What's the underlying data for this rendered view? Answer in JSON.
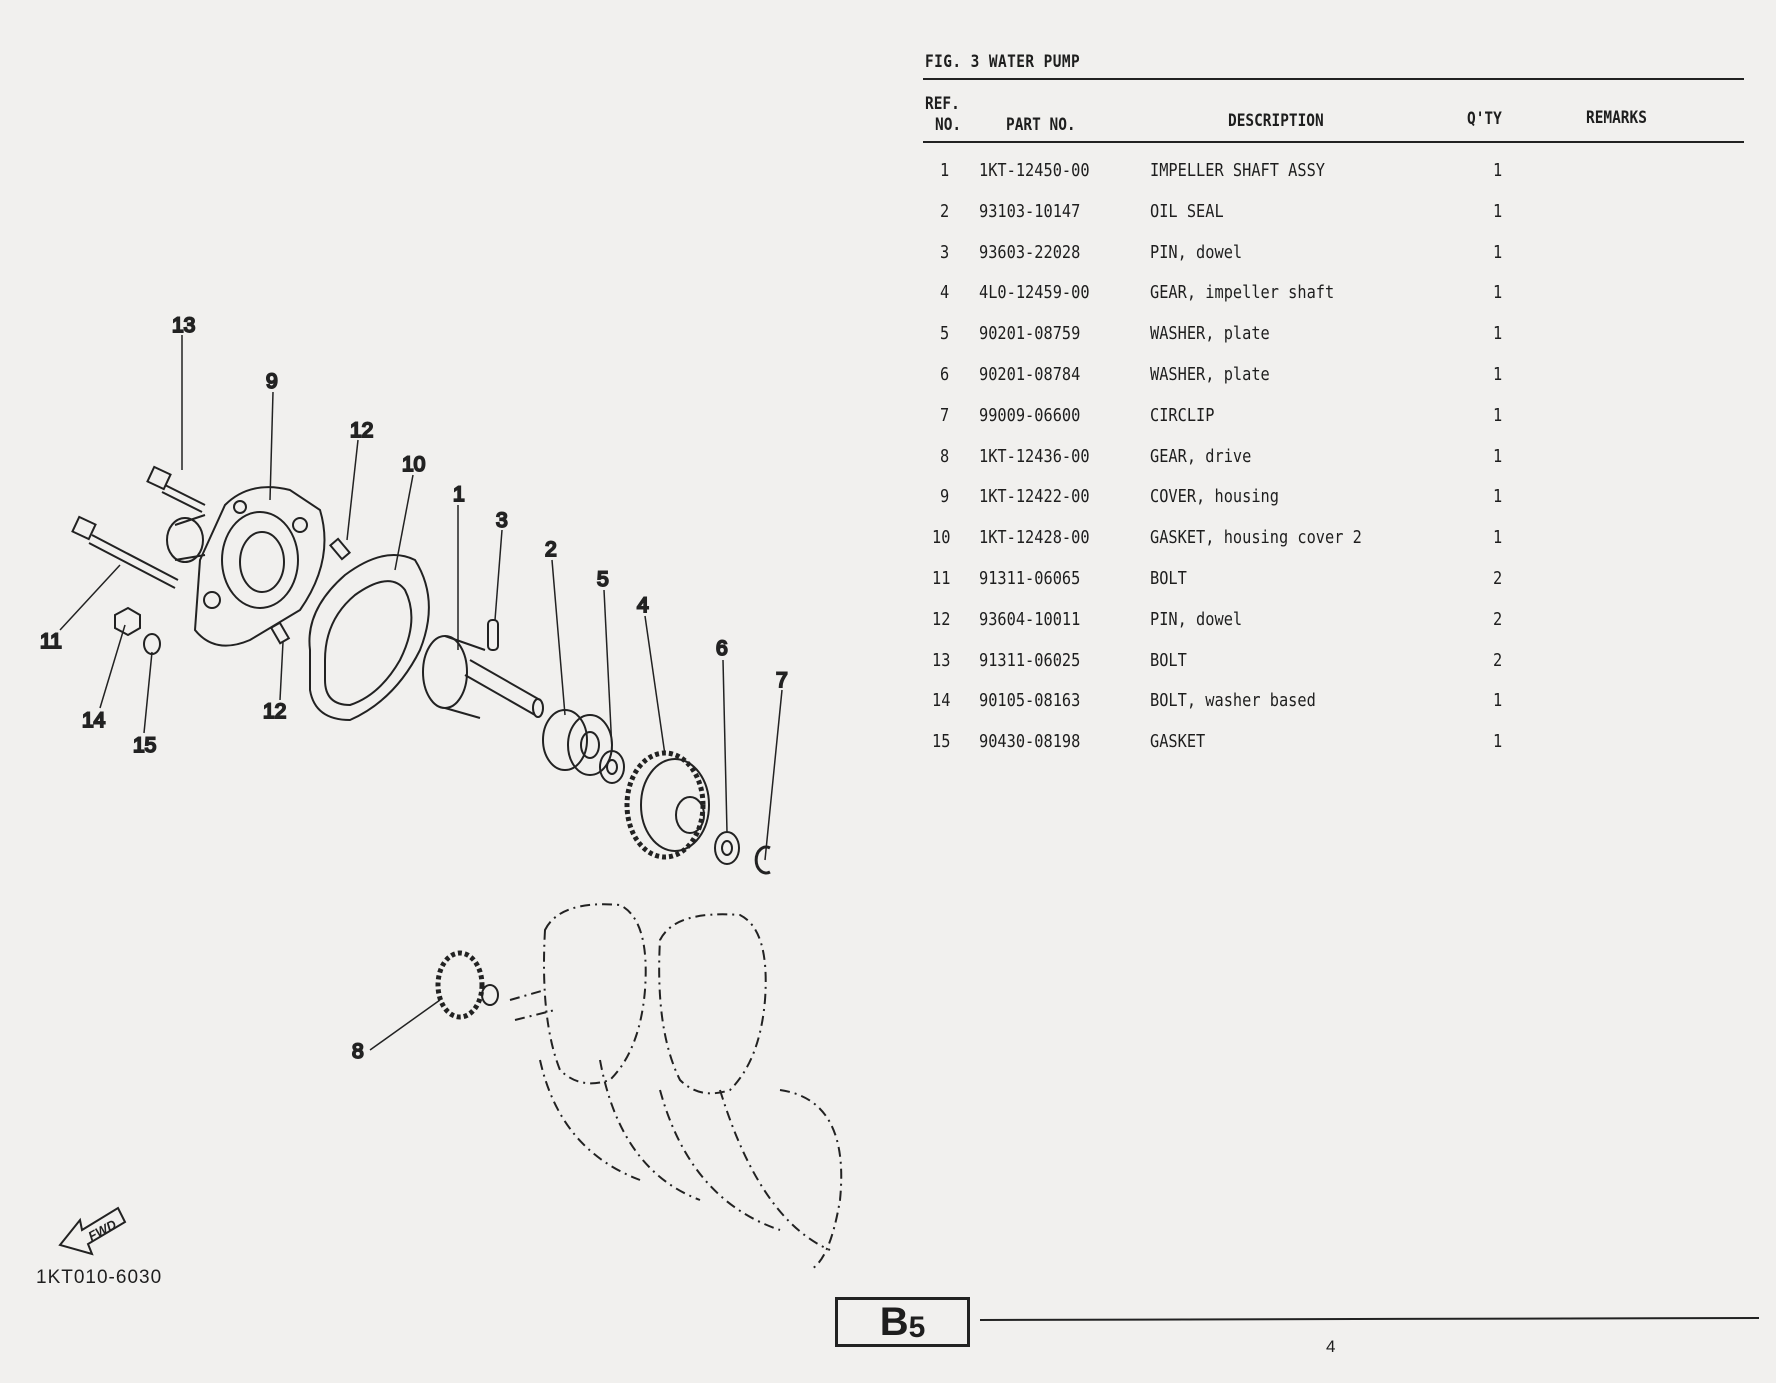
{
  "figure": {
    "title": "FIG.  3  WATER PUMP",
    "code": "1KT010-6030",
    "fwd_label": "FWD"
  },
  "table": {
    "headers": {
      "ref_top": "REF.",
      "ref_bottom": "NO.",
      "part_no": "PART NO.",
      "description": "DESCRIPTION",
      "qty": "Q'TY",
      "remarks": "REMARKS"
    },
    "rows": [
      {
        "ref": "1",
        "part_no": "1KT-12450-00",
        "description": "IMPELLER SHAFT ASSY",
        "qty": "1"
      },
      {
        "ref": "2",
        "part_no": "93103-10147",
        "description": "OIL SEAL",
        "qty": "1"
      },
      {
        "ref": "3",
        "part_no": "93603-22028",
        "description": "PIN, dowel",
        "qty": "1"
      },
      {
        "ref": "4",
        "part_no": "4L0-12459-00",
        "description": "GEAR, impeller shaft",
        "qty": "1"
      },
      {
        "ref": "5",
        "part_no": "90201-08759",
        "description": "WASHER, plate",
        "qty": "1"
      },
      {
        "ref": "6",
        "part_no": "90201-08784",
        "description": "WASHER, plate",
        "qty": "1"
      },
      {
        "ref": "7",
        "part_no": "99009-06600",
        "description": "CIRCLIP",
        "qty": "1"
      },
      {
        "ref": "8",
        "part_no": "1KT-12436-00",
        "description": "GEAR, drive",
        "qty": "1"
      },
      {
        "ref": "9",
        "part_no": "1KT-12422-00",
        "description": "COVER, housing",
        "qty": "1"
      },
      {
        "ref": "10",
        "part_no": "1KT-12428-00",
        "description": "GASKET, housing cover 2",
        "qty": "1"
      },
      {
        "ref": "11",
        "part_no": "91311-06065",
        "description": "BOLT",
        "qty": "2"
      },
      {
        "ref": "12",
        "part_no": "93604-10011",
        "description": "PIN, dowel",
        "qty": "2"
      },
      {
        "ref": "13",
        "part_no": "91311-06025",
        "description": "BOLT",
        "qty": "2"
      },
      {
        "ref": "14",
        "part_no": "90105-08163",
        "description": "BOLT, washer based",
        "qty": "1"
      },
      {
        "ref": "15",
        "part_no": "90430-08198",
        "description": "GASKET",
        "qty": "1"
      }
    ]
  },
  "callouts": [
    "13",
    "9",
    "12",
    "10",
    "1",
    "3",
    "2",
    "5",
    "4",
    "6",
    "7",
    "11",
    "14",
    "15",
    "12",
    "8"
  ],
  "footer": {
    "section": "B",
    "section_sub": "5",
    "page": "4"
  }
}
